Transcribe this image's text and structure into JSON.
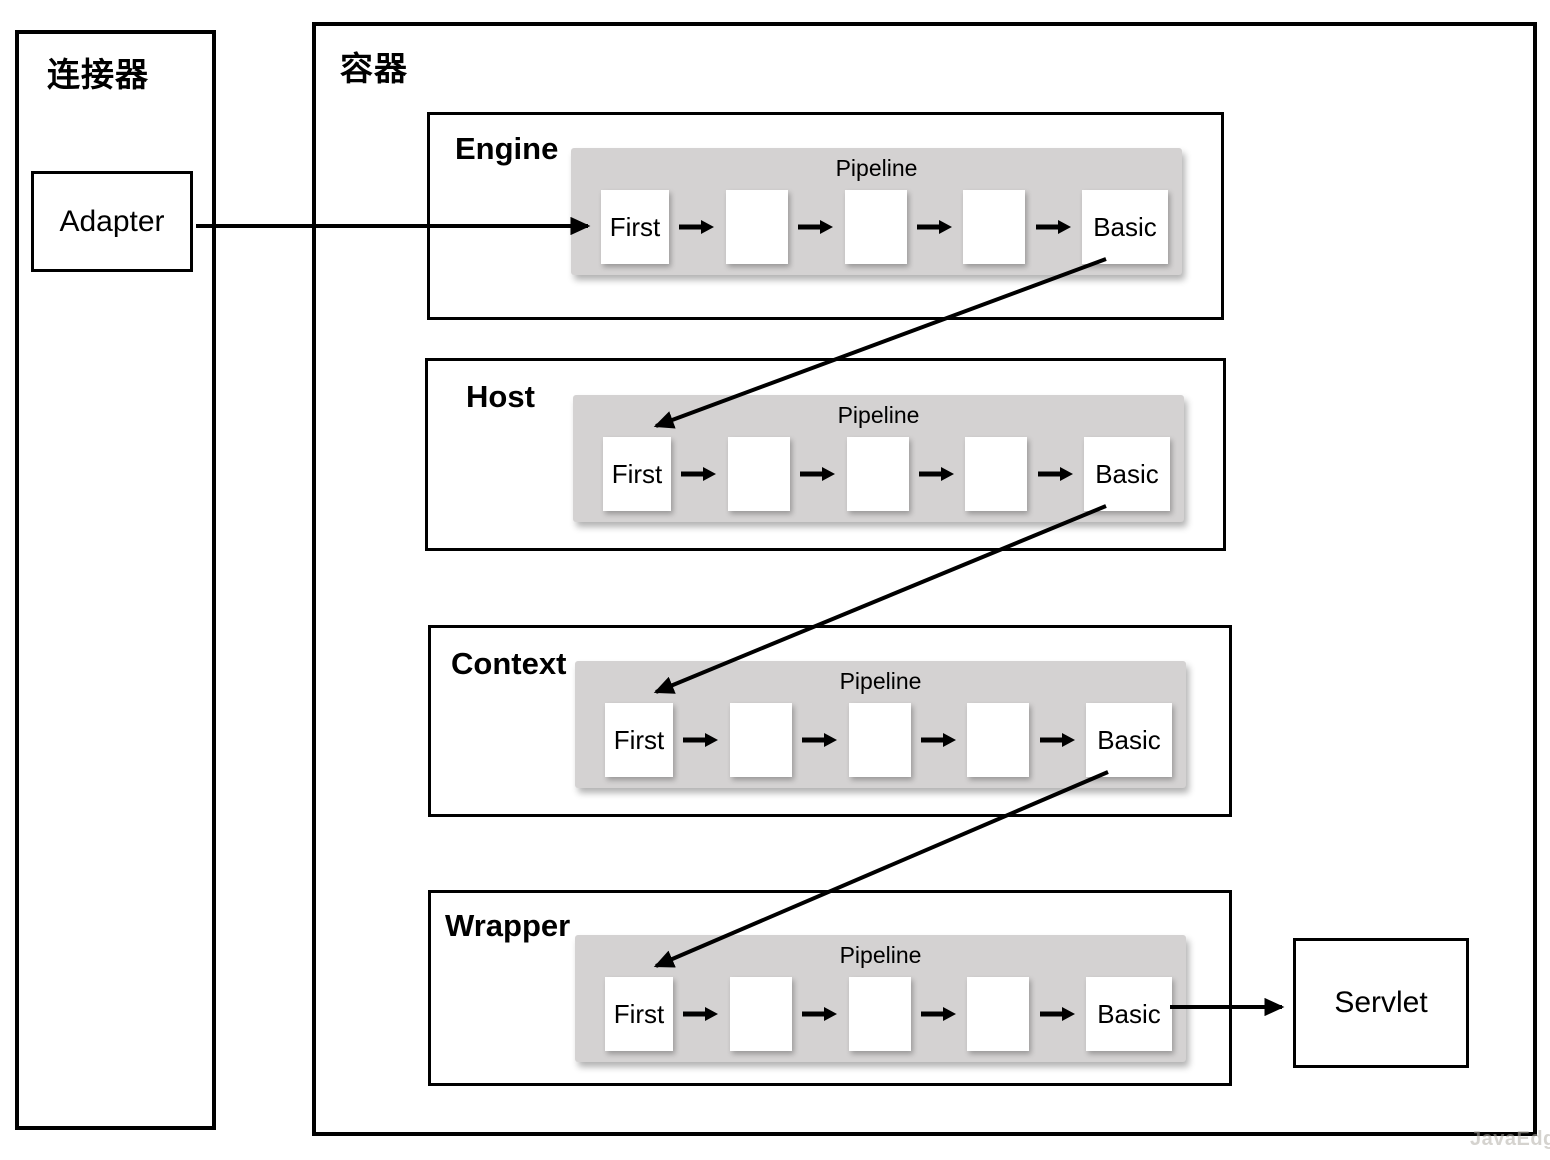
{
  "diagram": {
    "connector": {
      "title": "连接器",
      "adapter_label": "Adapter"
    },
    "container": {
      "title": "容器"
    },
    "sections": [
      {
        "title": "Engine",
        "pipeline_label": "Pipeline",
        "first_label": "First",
        "basic_label": "Basic",
        "empty_valve_count": 3
      },
      {
        "title": "Host",
        "pipeline_label": "Pipeline",
        "first_label": "First",
        "basic_label": "Basic",
        "empty_valve_count": 3
      },
      {
        "title": "Context",
        "pipeline_label": "Pipeline",
        "first_label": "First",
        "basic_label": "Basic",
        "empty_valve_count": 3
      },
      {
        "title": "Wrapper",
        "pipeline_label": "Pipeline",
        "first_label": "First",
        "basic_label": "Basic",
        "empty_valve_count": 3
      }
    ],
    "servlet_label": "Servlet",
    "watermark": "JavaEdge",
    "connections": [
      {
        "from": "Adapter",
        "to": "Engine Pipeline First"
      },
      {
        "from": "Engine Pipeline Basic",
        "to": "Host Pipeline First"
      },
      {
        "from": "Host Pipeline Basic",
        "to": "Context Pipeline First"
      },
      {
        "from": "Context Pipeline Basic",
        "to": "Wrapper Pipeline First"
      },
      {
        "from": "Wrapper Pipeline Basic",
        "to": "Servlet"
      }
    ],
    "colors": {
      "line": "#000000",
      "pipeline_bg": "#d4d2d2",
      "box_bg": "#ffffff",
      "canvas_bg": "#ffffff"
    }
  }
}
